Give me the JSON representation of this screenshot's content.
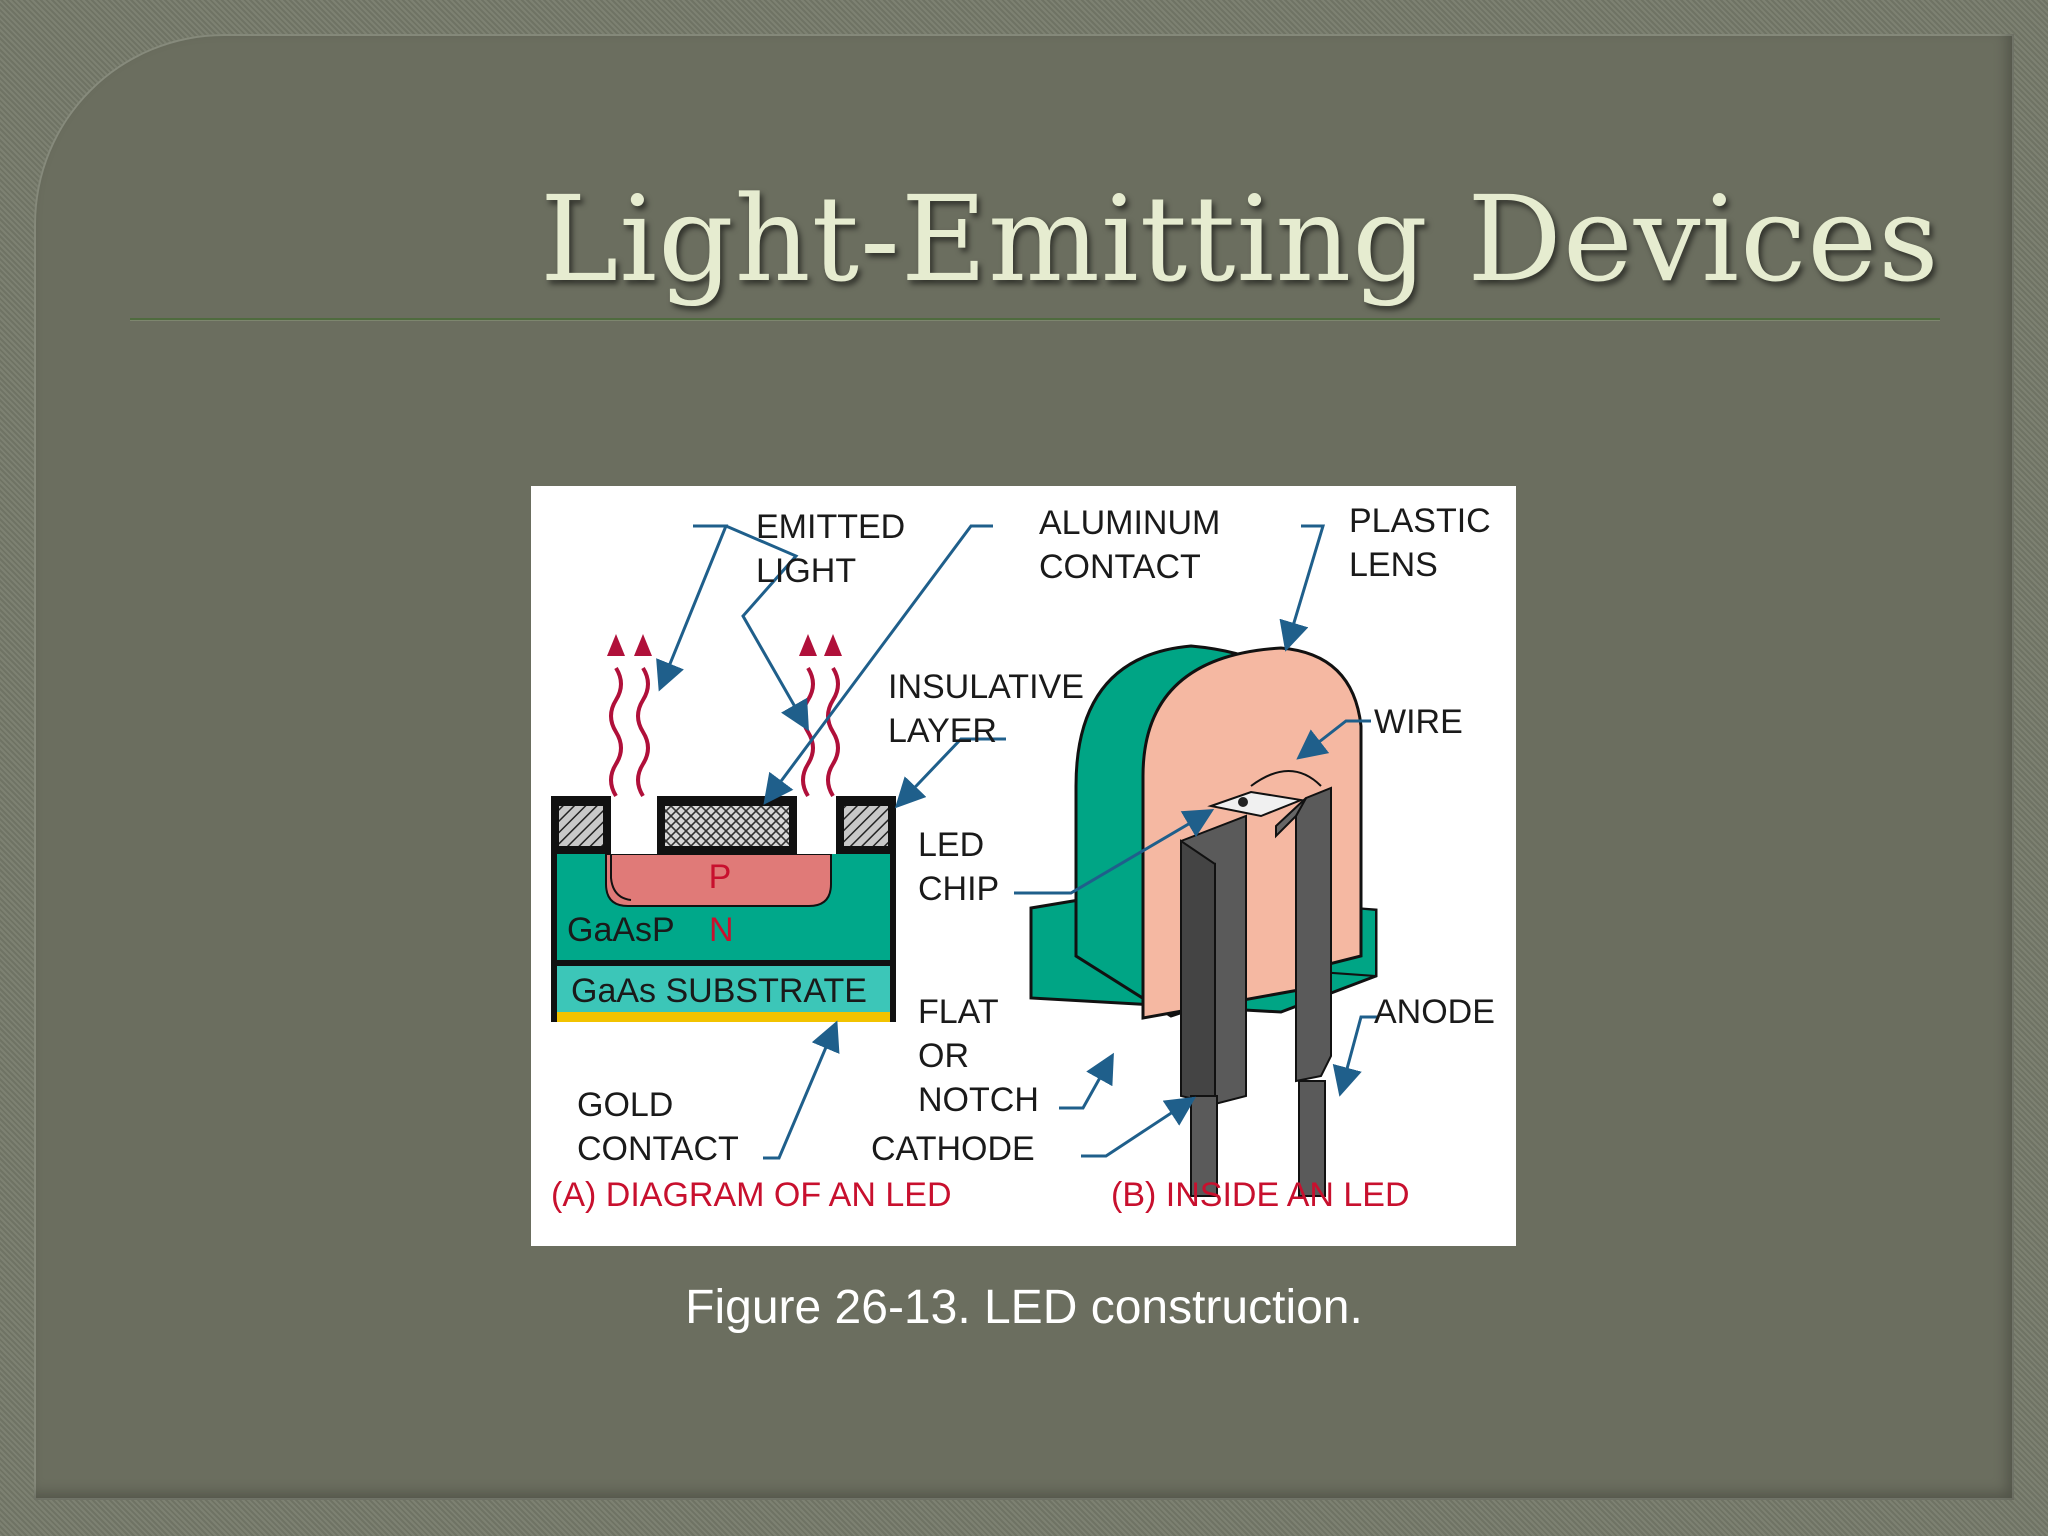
{
  "slide": {
    "title": "Light-Emitting Devices",
    "caption": "Figure 26-13. LED construction."
  },
  "figure": {
    "labels": {
      "emitted_light_1": "EMITTED",
      "emitted_light_2": "LIGHT",
      "aluminum_contact_1": "ALUMINUM",
      "aluminum_contact_2": "CONTACT",
      "plastic_lens_1": "PLASTIC",
      "plastic_lens_2": "LENS",
      "insulative_layer_1": "INSULATIVE",
      "insulative_layer_2": "LAYER",
      "wire": "WIRE",
      "led_chip_1": "LED",
      "led_chip_2": "CHIP",
      "p_region": "P",
      "n_region": "N",
      "gaasp": "GaAsP",
      "substrate": "GaAs SUBSTRATE",
      "flat_1": "FLAT",
      "flat_2": "OR",
      "flat_3": "NOTCH",
      "anode": "ANODE",
      "gold_contact_1": "GOLD",
      "gold_contact_2": "CONTACT",
      "cathode": "CATHODE",
      "part_a": "(A) DIAGRAM OF AN LED",
      "part_b": "(B) INSIDE AN LED"
    },
    "colors": {
      "lead_line": "#1f5f8b",
      "light_wave": "#b0103a",
      "p_region": "#e07a78",
      "n_region": "#00a88a",
      "substrate": "#3cc6b8",
      "gold": "#f2c300",
      "lens": "#f5b8a2",
      "lens_side": "#00a585",
      "leads": "#5a5a5a"
    }
  }
}
